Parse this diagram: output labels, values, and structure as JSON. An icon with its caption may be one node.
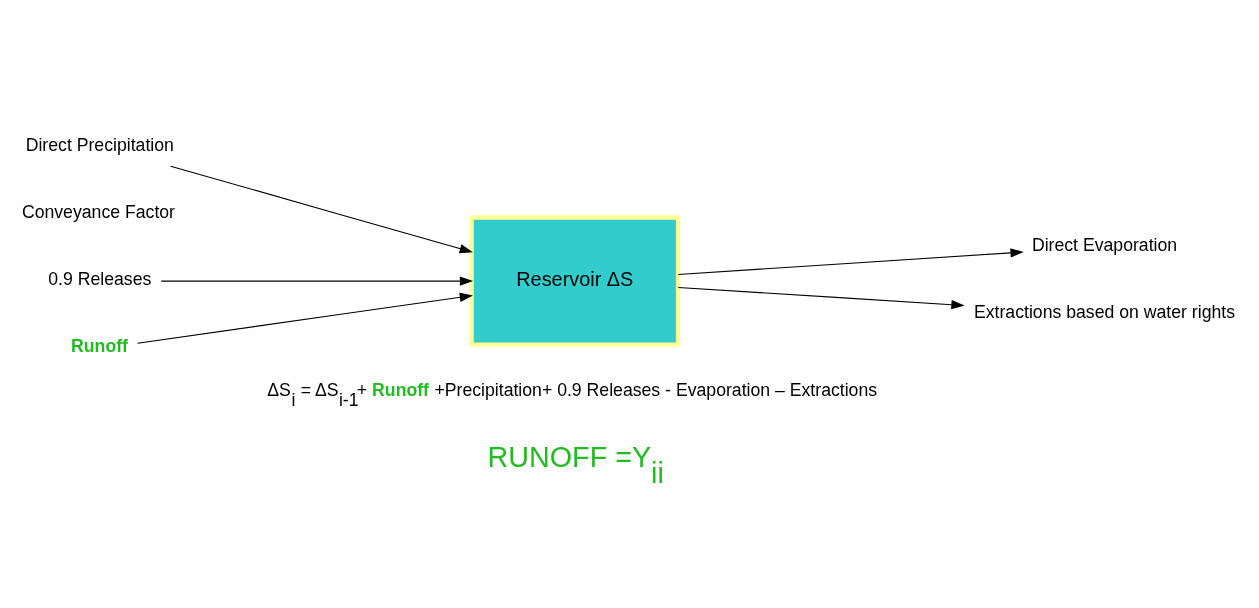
{
  "diagram": {
    "nodes": [
      {
        "text": [
          "Direct Precipitation"
        ]
      },
      {
        "text": [
          "Direct Evaporation"
        ]
      },
      {
        "text": [
          "0.9 Releases"
        ]
      },
      {
        "text": [
          "Runoff"
        ]
      },
      {
        "text": [
          "Reservoir ΔS"
        ]
      },
      {
        "text": [
          "Extractions based on water rights"
        ]
      }
    ],
    "edges": [
      {
        "from": 0,
        "to": 4,
        "arrow": "to"
      },
      {
        "from": 4,
        "to": 1,
        "arrow": "to"
      },
      {
        "from": 2,
        "to": 4,
        "arrow": "to"
      },
      {
        "from": 3,
        "to": 4,
        "arrow": "to"
      },
      {
        "from": 4,
        "to": 5,
        "arrow": "to"
      }
    ],
    "labels": [
      "Conveyance Factor",
      "ΔS$_{i}$ = ΔS$_{i-1}$+ **Runoff** +Precipitation+ 0.9 Releases - Evaporation – Extractions",
      "RUNOFF =Y$_{ii}$"
    ]
  }
}
